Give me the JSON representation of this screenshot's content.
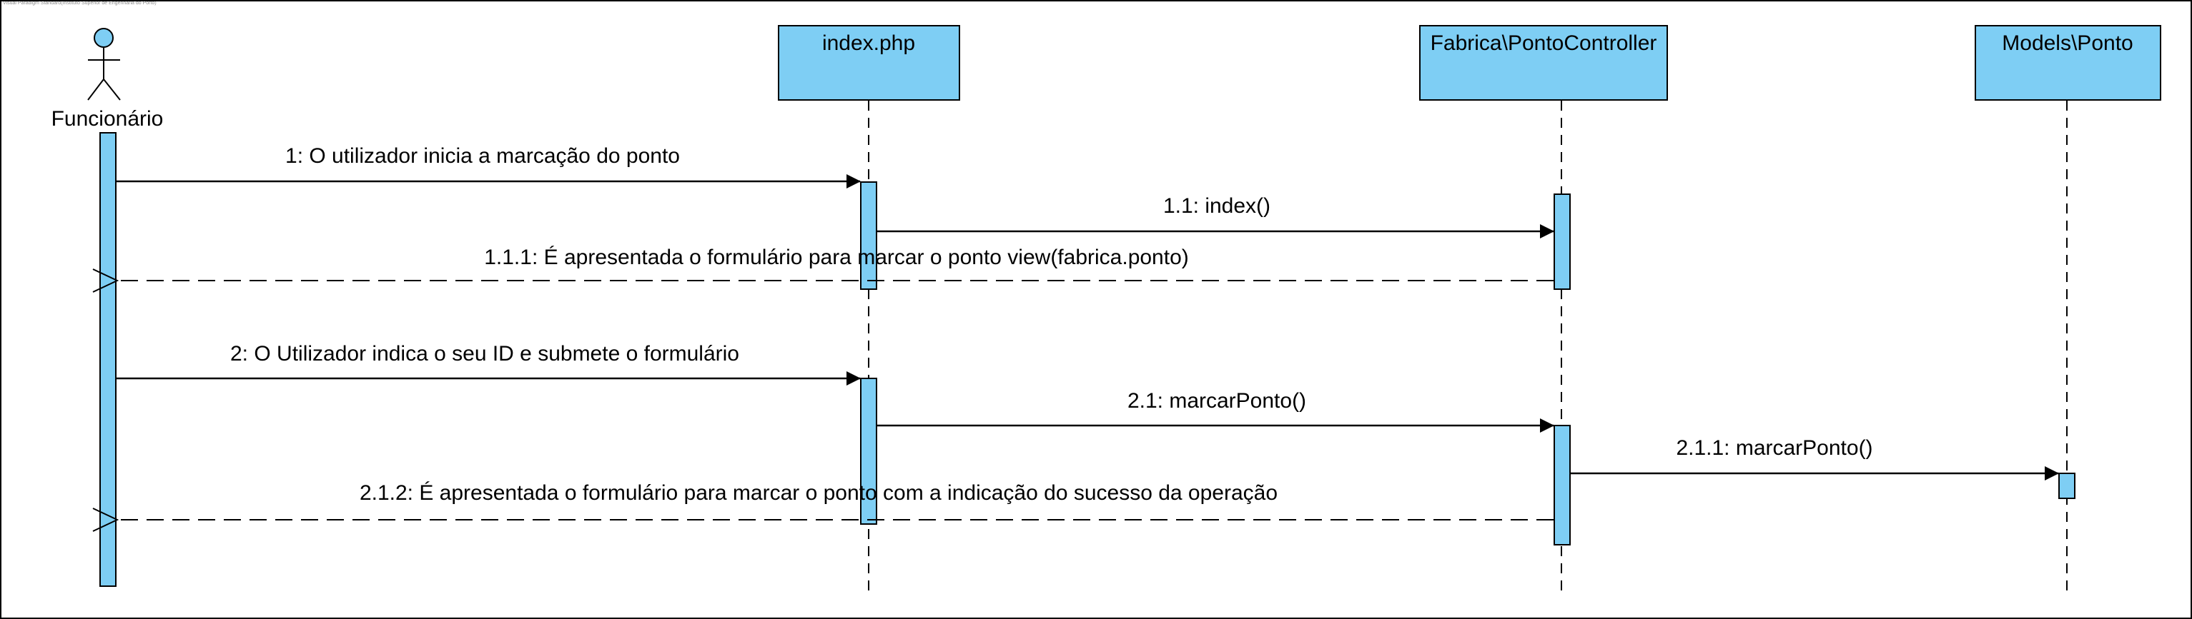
{
  "watermark": "Visual Paradigm Standard(Instituto Superior de Engenharia do Porto)",
  "colors": {
    "fill": "#7ECEF4",
    "stroke": "#000000"
  },
  "actor": {
    "name": "Funcionário",
    "icon": "stick-figure-actor-icon"
  },
  "lifelines": [
    {
      "id": "index",
      "label": "index.php"
    },
    {
      "id": "controller",
      "label": "Fabrica\\PontoController"
    },
    {
      "id": "model",
      "label": "Models\\Ponto"
    }
  ],
  "messages": [
    {
      "id": "m1",
      "label": "1: O utilizador inicia a marcação do ponto",
      "from": "actor",
      "to": "index",
      "kind": "sync"
    },
    {
      "id": "m1_1",
      "label": "1.1: index()",
      "from": "index",
      "to": "controller",
      "kind": "sync"
    },
    {
      "id": "m1_1_1",
      "label": "1.1.1: É apresentada o formulário para marcar o ponto view(fabrica.ponto)",
      "from": "controller",
      "to": "actor",
      "kind": "return"
    },
    {
      "id": "m2",
      "label": "2: O Utilizador indica o seu ID e submete o formulário",
      "from": "actor",
      "to": "index",
      "kind": "sync"
    },
    {
      "id": "m2_1",
      "label": "2.1: marcarPonto()",
      "from": "index",
      "to": "controller",
      "kind": "sync"
    },
    {
      "id": "m2_1_1",
      "label": "2.1.1: marcarPonto()",
      "from": "controller",
      "to": "model",
      "kind": "sync"
    },
    {
      "id": "m2_1_2",
      "label": "2.1.2: É apresentada o formulário para marcar o ponto com a indicação do sucesso da operação",
      "from": "controller",
      "to": "actor",
      "kind": "return"
    }
  ]
}
